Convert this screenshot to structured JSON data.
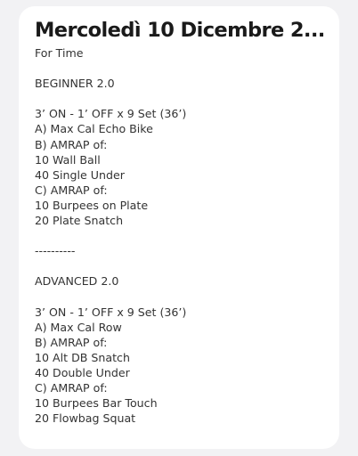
{
  "post": {
    "title": "Mercoledì 10 Dicembre 2...",
    "lines": [
      "For Time",
      "",
      "BEGINNER 2.0",
      "",
      "3’ ON - 1’ OFF x 9 Set (36’)",
      "A) Max Cal Echo Bike",
      "B) AMRAP of:",
      "10 Wall Ball",
      "40 Single Under",
      "C) AMRAP of:",
      "10 Burpees on Plate",
      "20 Plate Snatch",
      "",
      "----------",
      "",
      "ADVANCED 2.0",
      "",
      "3’ ON - 1’ OFF x 9 Set (36’)",
      "A) Max Cal Row",
      "B) AMRAP of:",
      "10 Alt DB Snatch",
      "40 Double Under",
      "C) AMRAP of:",
      "10 Burpees Bar Touch",
      "20 Flowbag Squat"
    ]
  }
}
